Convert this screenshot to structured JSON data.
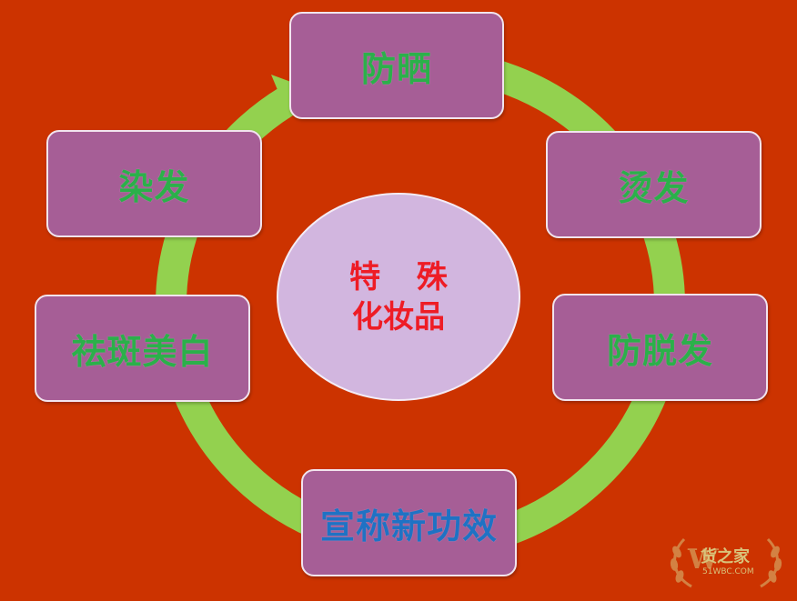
{
  "diagram": {
    "center": {
      "line1": "特 殊",
      "line2": "化妆品"
    },
    "nodes": [
      {
        "id": "top",
        "label": "防晒"
      },
      {
        "id": "right-upper",
        "label": "烫发"
      },
      {
        "id": "right-lower",
        "label": "防脱发"
      },
      {
        "id": "bottom",
        "label": "宣称新功效"
      },
      {
        "id": "left-lower",
        "label": "祛斑美白"
      },
      {
        "id": "left-upper",
        "label": "染发"
      }
    ]
  },
  "watermark": {
    "brand": "货之家",
    "domain": "51WBC.COM"
  },
  "colors": {
    "background": "#cc3300",
    "ring": "#93d14f",
    "box_fill": "#a65e96",
    "box_text": "#2bb04a",
    "bottom_text": "#1f72c4",
    "center_fill": "#d2b6df",
    "center_text": "#ee1c25"
  }
}
